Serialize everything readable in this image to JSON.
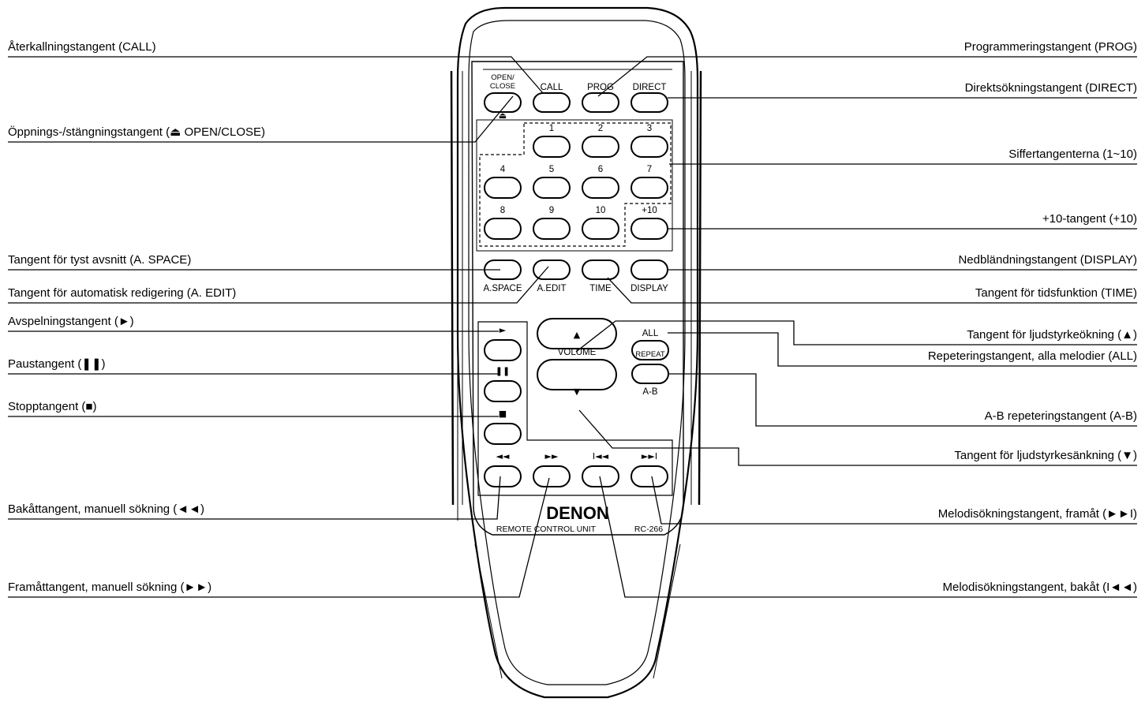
{
  "callouts_left": [
    {
      "id": "call",
      "text": "Återkallningstangent (CALL)"
    },
    {
      "id": "open_close",
      "text": "Öppnings-/stängningstangent (⏏ OPEN/CLOSE)"
    },
    {
      "id": "a_space",
      "text": "Tangent för tyst avsnitt (A. SPACE)"
    },
    {
      "id": "a_edit",
      "text": "Tangent för automatisk redigering (A. EDIT)"
    },
    {
      "id": "play",
      "text": "Avspelningstangent (►)"
    },
    {
      "id": "pause",
      "text": "Paustangent (❚❚)"
    },
    {
      "id": "stop",
      "text": "Stopptangent (■)"
    },
    {
      "id": "rew",
      "text": "Bakåttangent, manuell sökning (◄◄)"
    },
    {
      "id": "ff",
      "text": "Framåttangent, manuell sökning (►►)"
    }
  ],
  "callouts_right": [
    {
      "id": "prog",
      "text": "Programmeringstangent (PROG)"
    },
    {
      "id": "direct",
      "text": "Direktsökningstangent (DIRECT)"
    },
    {
      "id": "numbers",
      "text": "Siffertangenterna (1~10)"
    },
    {
      "id": "plus10",
      "text": "+10-tangent (+10)"
    },
    {
      "id": "display",
      "text": "Nedbländningstangent (DISPLAY)"
    },
    {
      "id": "time",
      "text": "Tangent för tidsfunktion (TIME)"
    },
    {
      "id": "vol_up",
      "text": "Tangent för ljudstyrkeökning (▲)"
    },
    {
      "id": "all",
      "text": "Repeteringstangent, alla melodier (ALL)"
    },
    {
      "id": "ab",
      "text": "A-B repeteringstangent (A-B)"
    },
    {
      "id": "vol_down",
      "text": "Tangent för ljudstyrkesänkning (▼)"
    },
    {
      "id": "next",
      "text": "Melodisökningstangent, framåt (►►I)"
    },
    {
      "id": "prev",
      "text": "Melodisökningstangent, bakåt (I◄◄)"
    }
  ],
  "remote": {
    "brand": "DENON",
    "unit_label": "REMOTE CONTROL UNIT",
    "model": "RC-266",
    "top_buttons": [
      {
        "id": "open_close",
        "label": "OPEN/\nCLOSE",
        "sub": "⏏"
      },
      {
        "id": "call",
        "label": "CALL"
      },
      {
        "id": "prog",
        "label": "PROG"
      },
      {
        "id": "direct",
        "label": "DIRECT"
      }
    ],
    "number_keys": [
      "1",
      "2",
      "3",
      "4",
      "5",
      "6",
      "7",
      "8",
      "9",
      "10",
      "+10"
    ],
    "function_keys": [
      {
        "id": "a_space",
        "label": "A.SPACE"
      },
      {
        "id": "a_edit",
        "label": "A.EDIT"
      },
      {
        "id": "time",
        "label": "TIME"
      },
      {
        "id": "display",
        "label": "DISPLAY"
      }
    ],
    "transport_keys": [
      {
        "id": "play",
        "glyph": "►"
      },
      {
        "id": "pause",
        "glyph": "❚❚"
      },
      {
        "id": "stop",
        "glyph": "■"
      }
    ],
    "volume_label": "VOLUME",
    "vol_up_glyph": "▲",
    "vol_down_glyph": "▼",
    "all_label": "ALL",
    "repeat_label": "REPEAT",
    "ab_label": "A-B",
    "search_keys": [
      {
        "id": "rew",
        "glyph": "◄◄"
      },
      {
        "id": "ff",
        "glyph": "►►"
      },
      {
        "id": "prev",
        "glyph": "I◄◄"
      },
      {
        "id": "next",
        "glyph": "►►I"
      }
    ]
  }
}
